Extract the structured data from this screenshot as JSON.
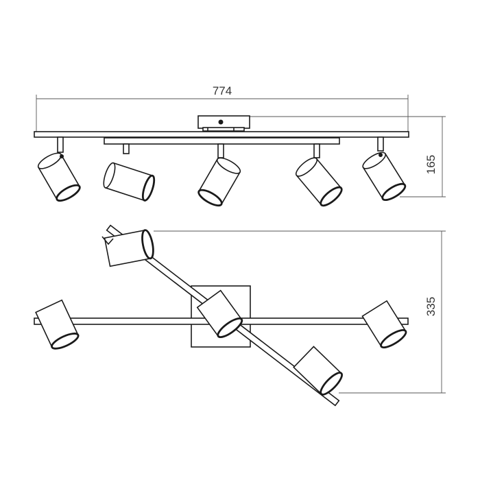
{
  "dimensions": {
    "width_label": "774",
    "height_label": "165",
    "depth_label": "335"
  },
  "colors": {
    "line": "#1a1a1a",
    "dimension_line": "#555555",
    "background": "#ffffff"
  }
}
